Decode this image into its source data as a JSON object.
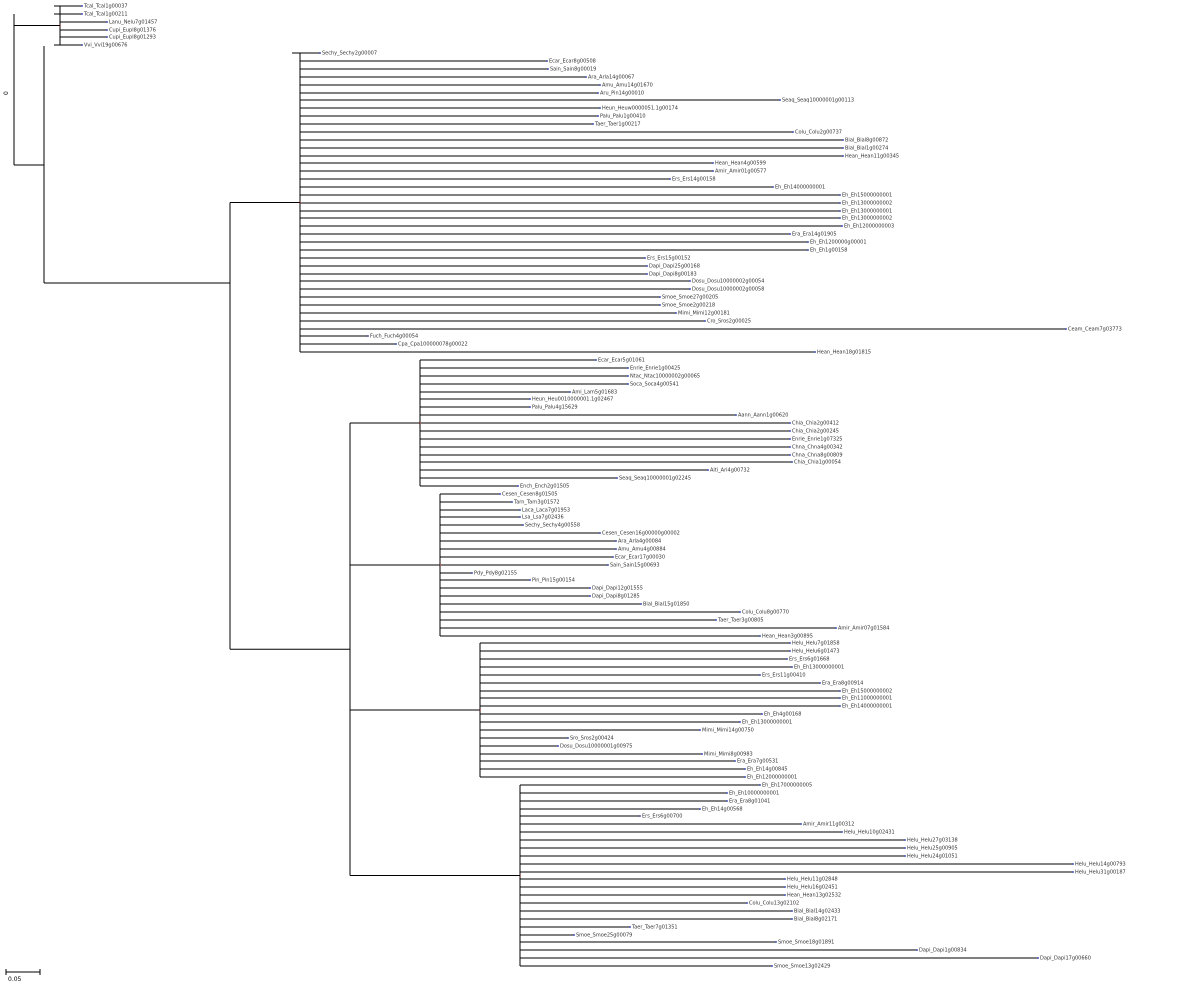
{
  "scale_bar": {
    "label": "0.05"
  },
  "root_label": "0",
  "leaves": [
    "Tcal_Tcal1g00037",
    "Tcal_Tcal1g00211",
    "Lanu_Nelu7g01457",
    "Cupi_Eupl8g01376",
    "Cupi_Eupl8g01293",
    "Vvi_Vvi19g00676",
    "Sechy_Sechy2g00007",
    "Ecar_Ecar8g00508",
    "Sain_Sain8g00019",
    "Ara_Arla14g00067",
    "Amu_Amu14g01670",
    "Aru_Pin14g00010",
    "Seaq_Seaq10000001g00113",
    "Heun_Heuw0000051.1g00174",
    "Palu_Palu1g00410",
    "Taer_Taer1g00217",
    "Colu_Colu2g00737",
    "Bial_Bial8g00872",
    "Bial_Bial1g00274",
    "Hean_Hean11g00345",
    "Hean_Hean4g00599",
    "Amir_Amir01g00577",
    "Ers_Ers14g00158",
    "Eh_Eh14000000001",
    "Eh_Eh15000000001",
    "Eh_Eh13000000002",
    "Eh_Eh13000000001",
    "Eh_Eh13000000002",
    "Eh_Eh12000000003",
    "Era_Era14g01905",
    "Eh_Eh1200000g00001",
    "Eh_Eh1g00158",
    "Ers_Ers15g00152",
    "Dapi_Dapi25g00168",
    "Dapi_Dapi8g00183",
    "Dosu_Dosu10000002g00054",
    "Dosu_Dosu10000002g00058",
    "Smoe_Smoe27g00205",
    "Smoe_Smoe2g00218",
    "Mimi_Mimi12g00181",
    "Cro_Sros2g00025",
    "Ceam_Ceam7g03773",
    "Fuch_Fuch4g00054",
    "Cpa_Cpa100000078g00022",
    "Hean_Hean18g01815",
    "Ecar_Ecar5g01061",
    "Enrie_Enrie1g00425",
    "Ntac_Ntac10000002g00065",
    "Soca_Soca4g00541",
    "Ami_Lam5g01683",
    "Heun_Heu0010000001.1g02467",
    "Palu_Palu4g15629",
    "Aann_Aann1g00620",
    "Chia_Chia2g00412",
    "Chia_Chia2g00245",
    "Enrie_Enrie1g07325",
    "Chna_Chna4g00342",
    "Chna_Chna8g00809",
    "Chia_Chia1g00054",
    "Aiti_Ari4g00732",
    "Seaq_Seaq10000001g02245",
    "Ench_Ench2g01505",
    "Cesen_Cesen8g01505",
    "Tarn_Tarn3g01572",
    "Laca_Laca7g01953",
    "Lsa_Lsa7g02436",
    "Sechy_Sechy4g00558",
    "Cesen_Cesen16g00000g00002",
    "Ara_Arla4g00084",
    "Amu_Amu4g00884",
    "Ecar_Ecar17g00030",
    "Sain_Sain15g00693",
    "Pdy_Pdy8g02155",
    "Pin_Pin15g00154",
    "Dapi_Dapi12g01555",
    "Dapi_Dapi8g01285",
    "Bial_Bial15g01850",
    "Colu_Colu8g00770",
    "Taer_Taer3g00805",
    "Amir_Amir07g01584",
    "Hean_Hean3g00895",
    "Helu_Helu7g01858",
    "Helu_Helu6g01473",
    "Ers_Ers6g01668",
    "Eh_Eh13000000001",
    "Ers_Ers11g00410",
    "Era_Era8g00914",
    "Eh_Eh15000000002",
    "Eh_Eh11000000001",
    "Eh_Eh14000000001",
    "Eh_Eh4g00168",
    "Eh_Eh13000000001",
    "Mimi_Mimi14g00750",
    "Sro_Sros2g00424",
    "Dosu_Dosu10000001g00975",
    "Mimi_Mimi8g00983",
    "Era_Era7g00531",
    "Eh_Eh14g00845",
    "Eh_Eh12000000001",
    "Eh_Eh17000000005",
    "Eh_Eh10000000001",
    "Era_Era8g01041",
    "Eh_Eh14g00568",
    "Ers_Ers6g00700",
    "Amir_Amir11g00312",
    "Helu_Helu10g02431",
    "Helu_Helu27g03138",
    "Helu_Helu25g00905",
    "Helu_Helu24g01051",
    "Helu_Helu14g00793",
    "Helu_Helu31g00187",
    "Helu_Helu11g02848",
    "Helu_Helu16g02451",
    "Hean_Hean13g02532",
    "Colu_Colu13g02102",
    "Bial_Bial14g02433",
    "Bial_Bial8g02171",
    "Taer_Taer7g01351",
    "Smoe_Smoe25g00079",
    "Smoe_Smoe18g01891",
    "Dapi_Dapi1g00834",
    "Dapi_Dapi17g00660",
    "Smoe_Smoe13g02429"
  ]
}
